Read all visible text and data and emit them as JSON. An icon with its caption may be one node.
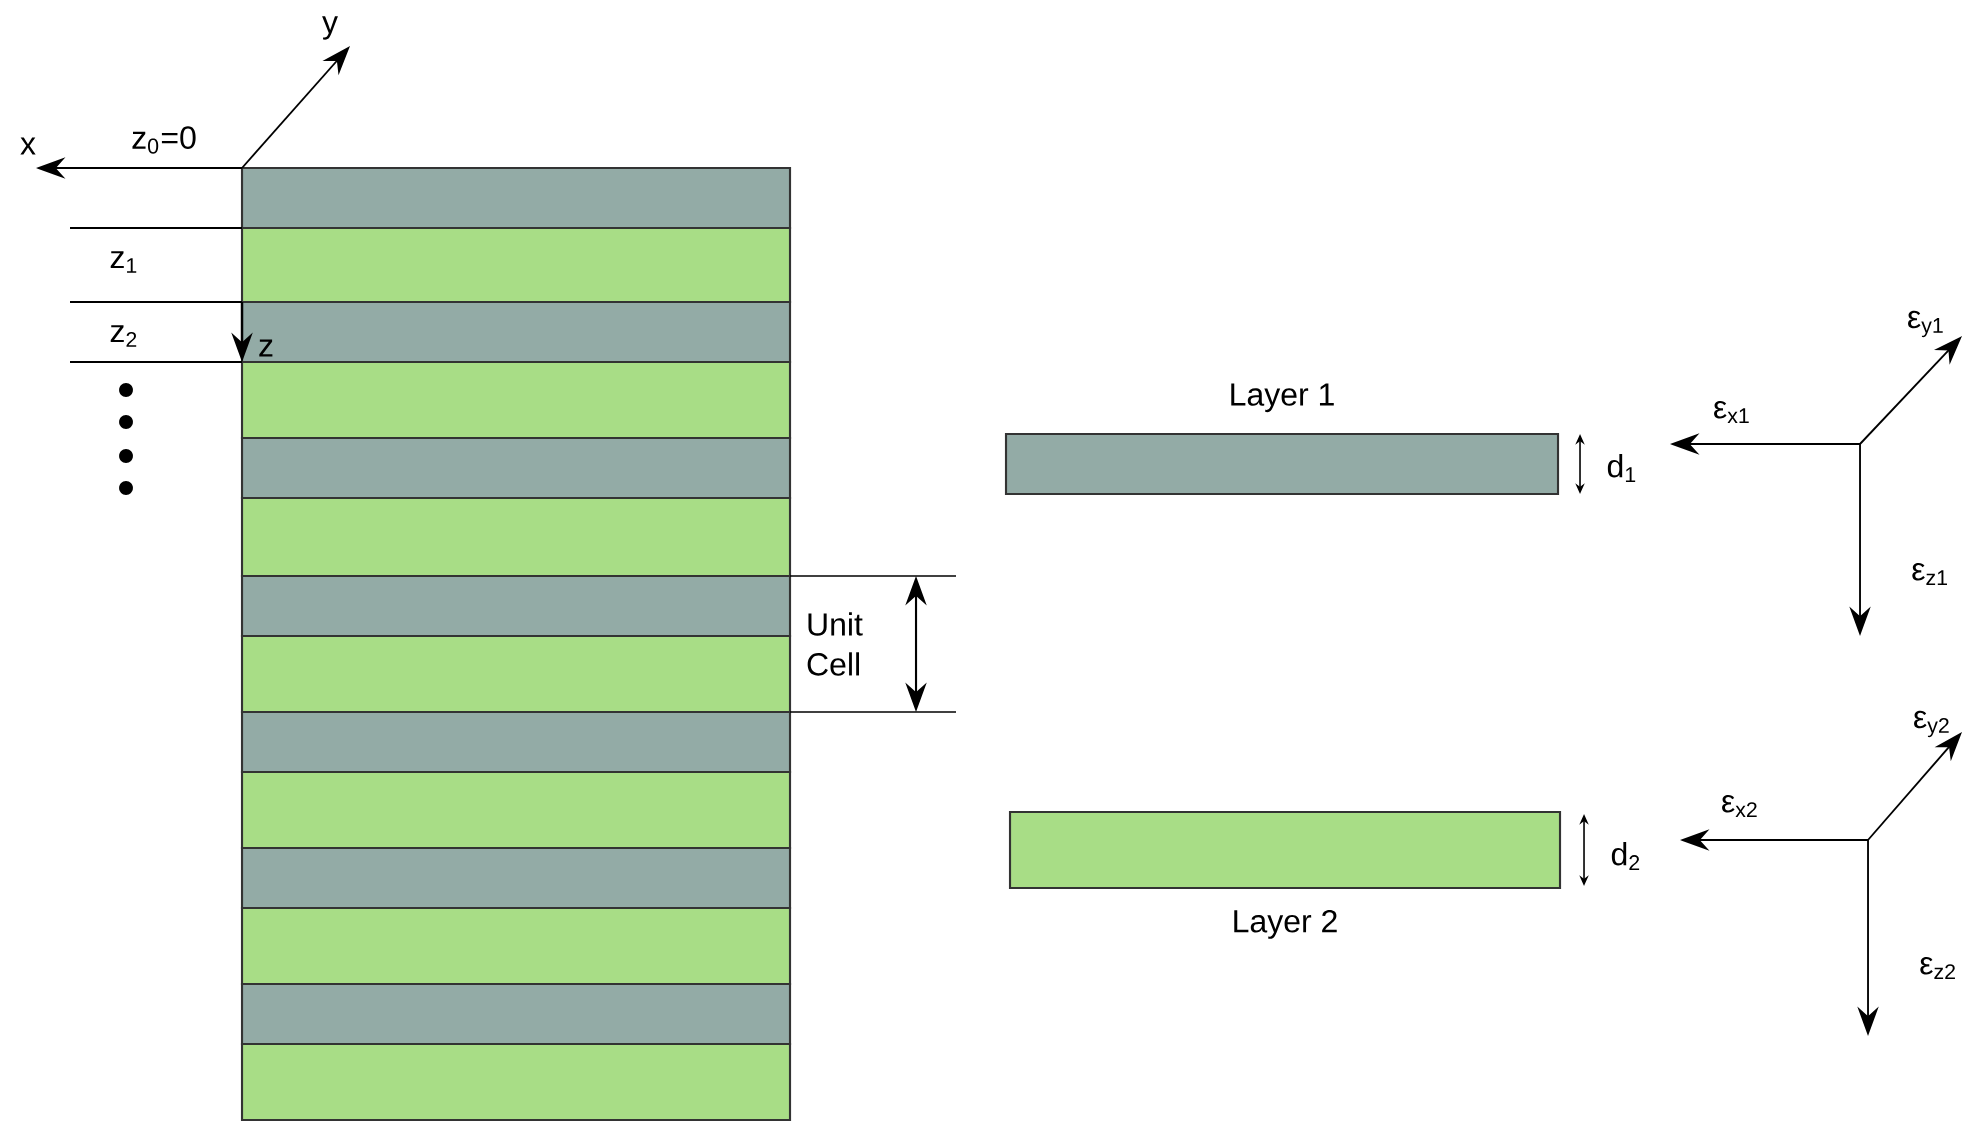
{
  "diagram": {
    "nodes": [
      {
        "text": [],
        "shape": "bar"
      },
      {
        "text": [],
        "shape": "bar"
      },
      {
        "text": [],
        "shape": "bar"
      },
      {
        "text": [],
        "shape": "bar"
      },
      {
        "text": [],
        "shape": "bar"
      },
      {
        "text": [],
        "shape": "bar"
      },
      {
        "text": [],
        "shape": "bar"
      },
      {
        "text": [],
        "shape": "bar"
      },
      {
        "text": [],
        "shape": "bar"
      },
      {
        "text": [],
        "shape": "bar"
      },
      {
        "text": [],
        "shape": "bar"
      },
      {
        "text": [],
        "shape": "bar"
      },
      {
        "text": [],
        "shape": "bar"
      },
      {
        "text": [],
        "shape": "bar"
      },
      {
        "text": [
          "Layer 1"
        ]
      },
      {
        "text": [
          "Layer 2"
        ]
      }
    ],
    "edges": [],
    "labels": [
      "y",
      "x",
      "z$_{0}$=0",
      "z$_{1}$",
      "z$_{2}$",
      "z",
      "Unit Cell",
      "ε$_{y1}$",
      "ε$_{x1}$",
      "d$_{1}$",
      "ε$_{z1}$",
      "ε$_{y2}$",
      "ε$_{x2}$",
      "d$_{2}$",
      "ε$_{z2}$"
    ]
  }
}
